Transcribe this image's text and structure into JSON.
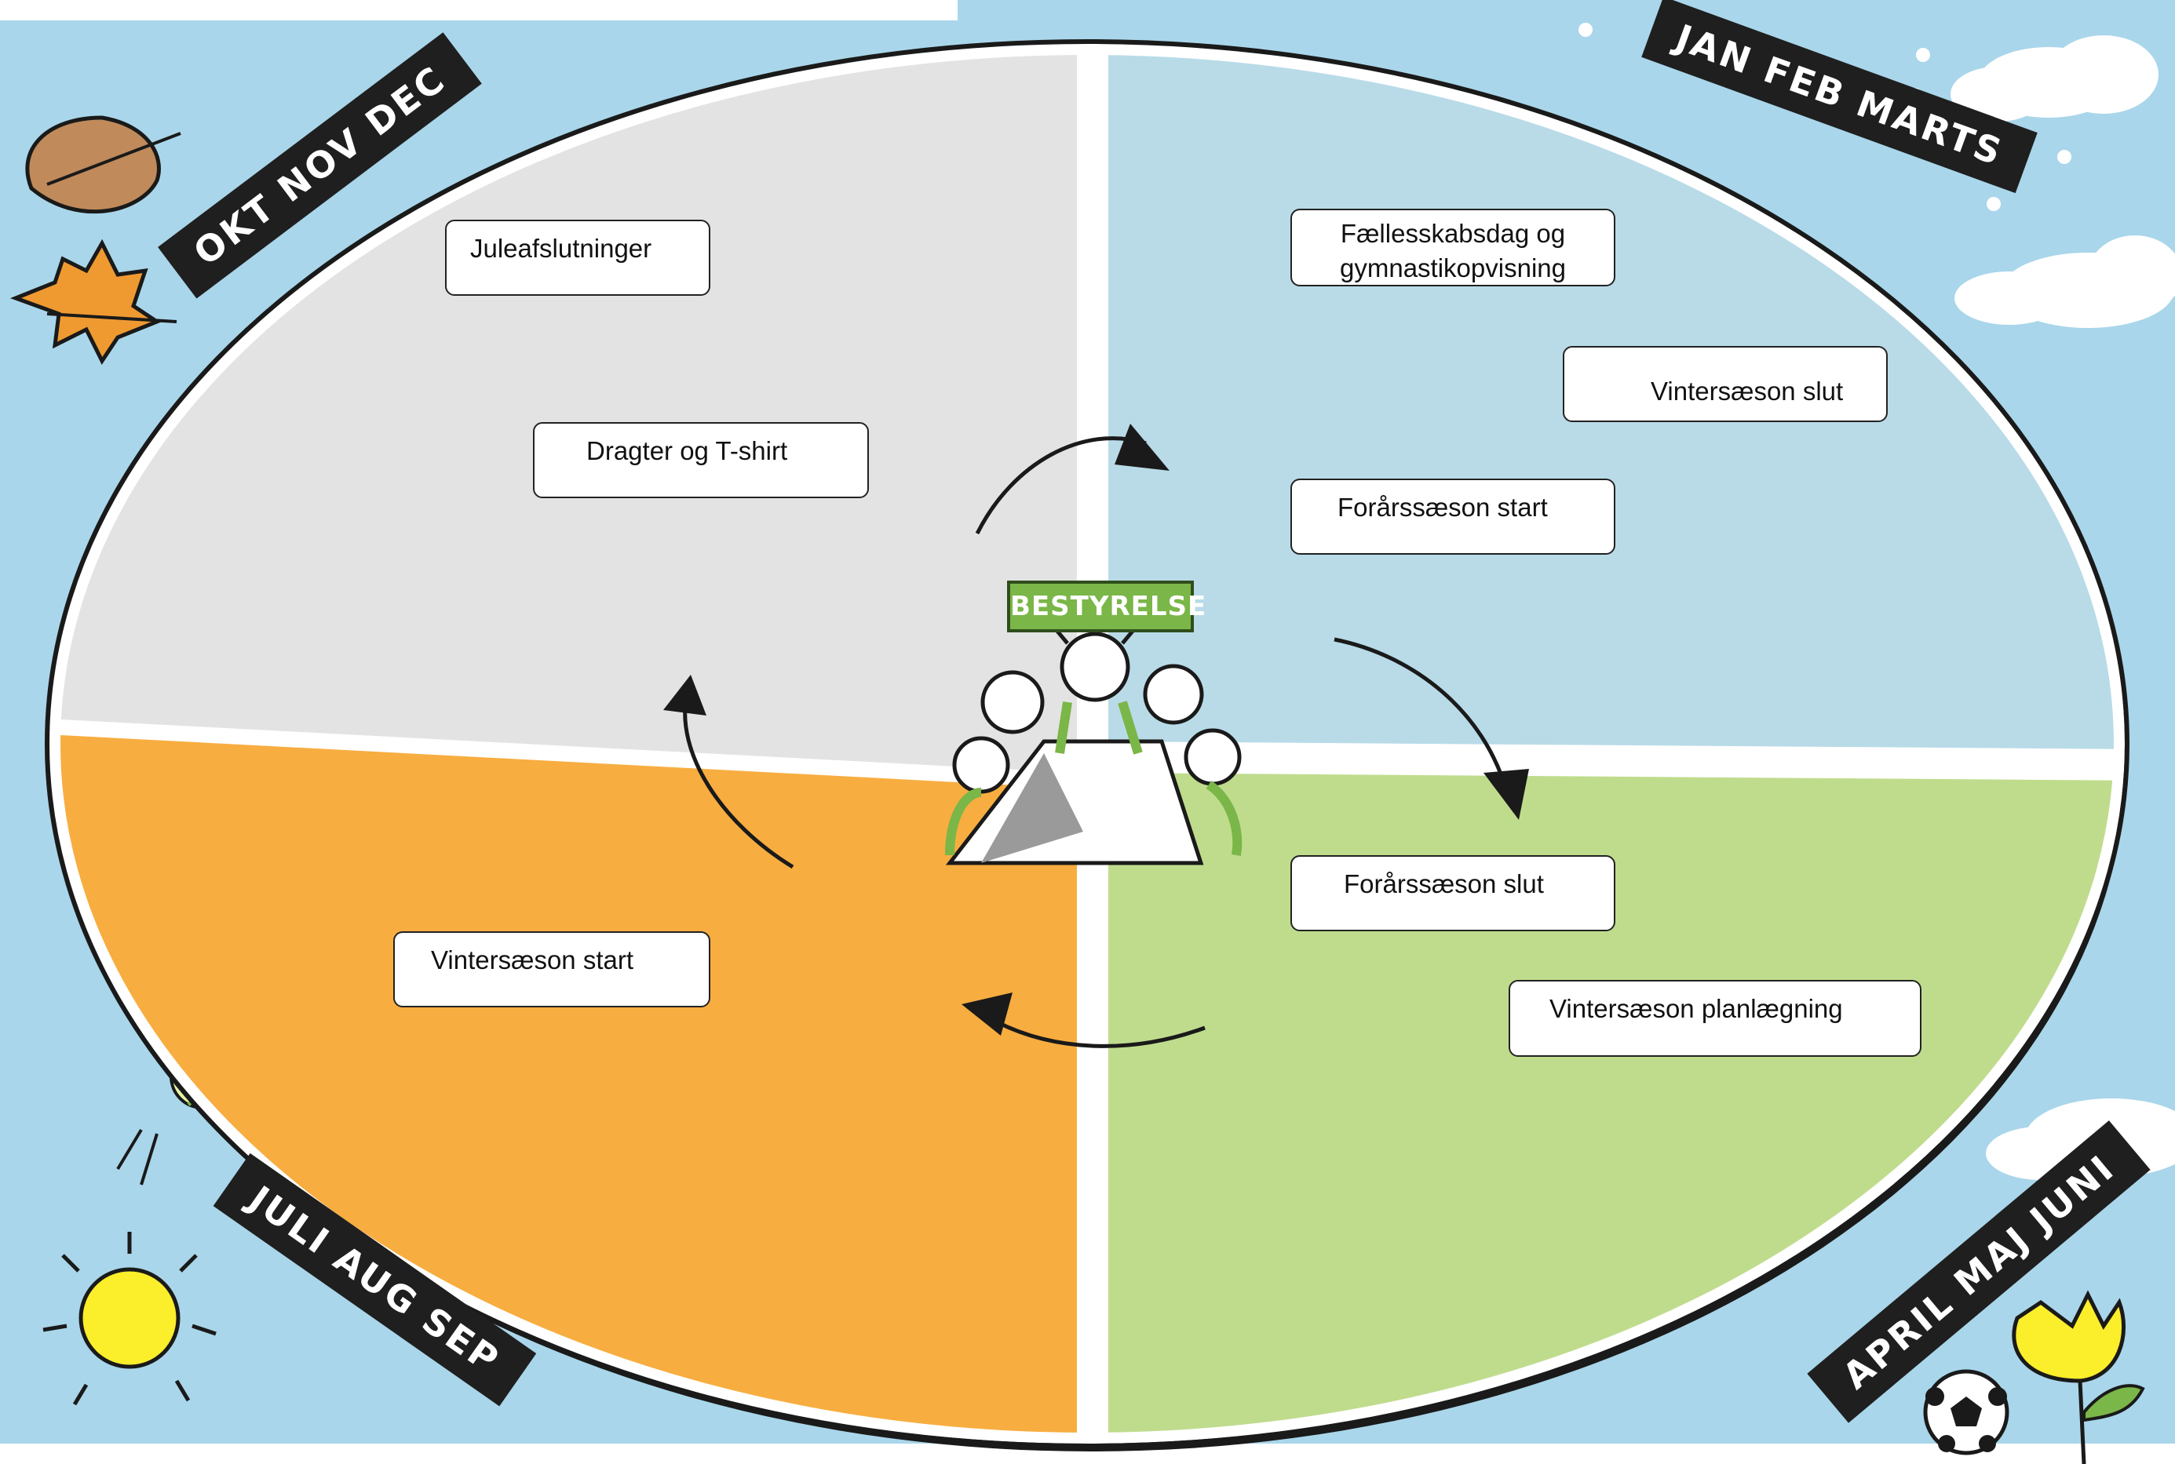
{
  "center_label": "BESTYRELSE",
  "quarters": [
    {
      "id": "okt-nov-dec",
      "label": "OKT NOV DEC",
      "color": "#e3e3e3"
    },
    {
      "id": "jan-feb-marts",
      "label": "JAN FEB MARTS",
      "color": "#b9dbe8"
    },
    {
      "id": "april-maj-juni",
      "label": "APRIL MAJ JUNI",
      "color": "#bfdc8d"
    },
    {
      "id": "juli-aug-sep",
      "label": "JULI AUG SEP",
      "color": "#f8ad40"
    }
  ],
  "events": {
    "juleafslutninger": "Juleafslutninger",
    "dragter": "Dragter og T-shirt",
    "faellesskabsdag": "Fællesskabsdag og\ngymnastikopvisning",
    "vintersaeson_slut": "Vintersæson slut",
    "foraarssaeson_start": "Forårssæson start",
    "foraarssaeson_slut": "Forårssæson slut",
    "vintersaeson_planlaegning": "Vintersæson planlægning",
    "vintersaeson_start": "Vintersæson start"
  },
  "colors": {
    "sky": "#a9d6ea",
    "outline": "#111111",
    "accent_green": "#7ab648"
  }
}
